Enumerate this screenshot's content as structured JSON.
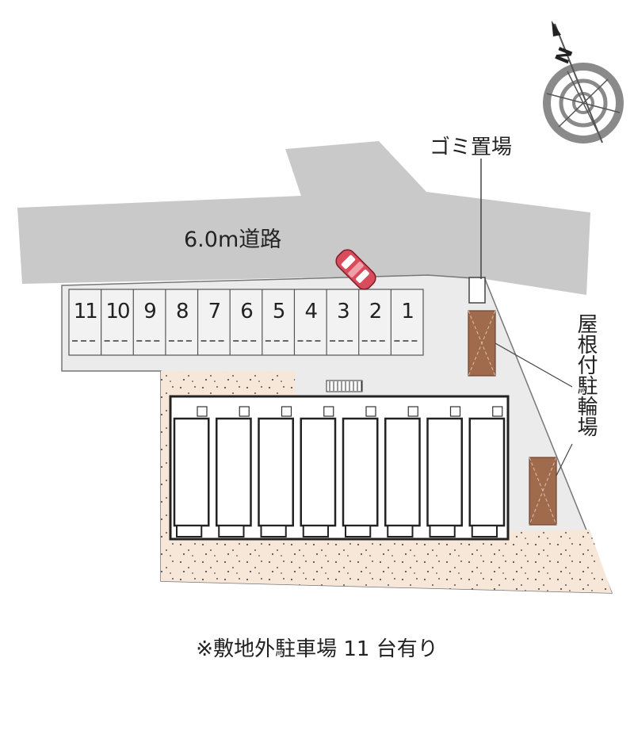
{
  "map": {
    "road_label": "6.0m道路",
    "garbage_label": "ゴミ置場",
    "bicycle_parking_label": "屋根付駐輪場",
    "note": "※敷地外駐車場 11 台有り",
    "compass_direction": "N",
    "parking_slots": [
      "11",
      "10",
      "9",
      "8",
      "7",
      "6",
      "5",
      "4",
      "3",
      "2",
      "1"
    ],
    "highlighted_slot": "3",
    "building_units": 8,
    "colors": {
      "road": "#c9c9c9",
      "lot": "#ebebeb",
      "garden": "#f6e7d8",
      "bike_shed": "#a06a4c",
      "car": "#d94c5c",
      "compass": "#8a8a8a"
    }
  }
}
